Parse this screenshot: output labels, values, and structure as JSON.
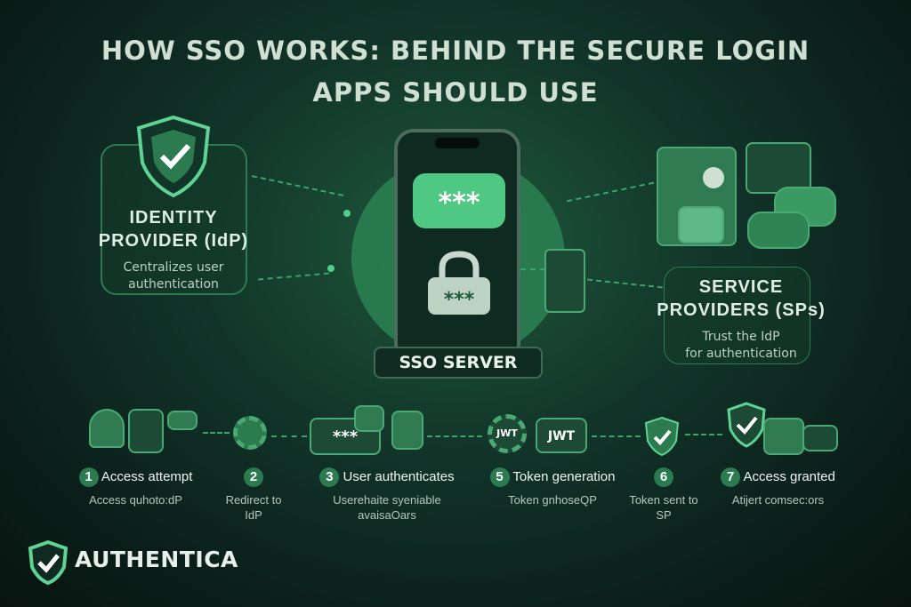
{
  "title": {
    "line1": "HOW SSO WORKS: BEHIND THE SECURE LOGIN",
    "line2": "APPS SHOULD USE"
  },
  "idp": {
    "title_line1": "IDENTITY",
    "title_line2": "PROVIDER (IdP)",
    "desc_line1": "Centralizes user",
    "desc_line2": "authentication"
  },
  "phone": {
    "bubble_text": "***",
    "lock_text": "***"
  },
  "server": {
    "label": "SSO SERVER"
  },
  "sp": {
    "title_line1": "SERVICE",
    "title_line2": "PROVIDERS (SPs)",
    "desc_line1": "Trust the IdP",
    "desc_line2": "for authentication"
  },
  "steps": [
    {
      "num": "1",
      "title": "Access attempt",
      "desc": "Access quhoto:dP"
    },
    {
      "num": "2",
      "title": "",
      "desc": "Redirect to IdP"
    },
    {
      "num": "3",
      "title": "User authenticates",
      "desc": "Userehaite syeniable avaisaOars"
    },
    {
      "num": "5",
      "title": "Token generation",
      "desc": "Token gnhoseQP"
    },
    {
      "num": "6",
      "title": "",
      "desc": "Token sent to SP"
    },
    {
      "num": "7",
      "title": "Access granted",
      "desc": "Atijert comsec:ors"
    }
  ],
  "step_icons": {
    "jwt": "JWT",
    "password": "***"
  },
  "brand": {
    "name": "AUTHENTICA"
  },
  "colors": {
    "accent": "#3aa56b",
    "background": "#0b1f1a",
    "text": "#cfe0d3"
  }
}
